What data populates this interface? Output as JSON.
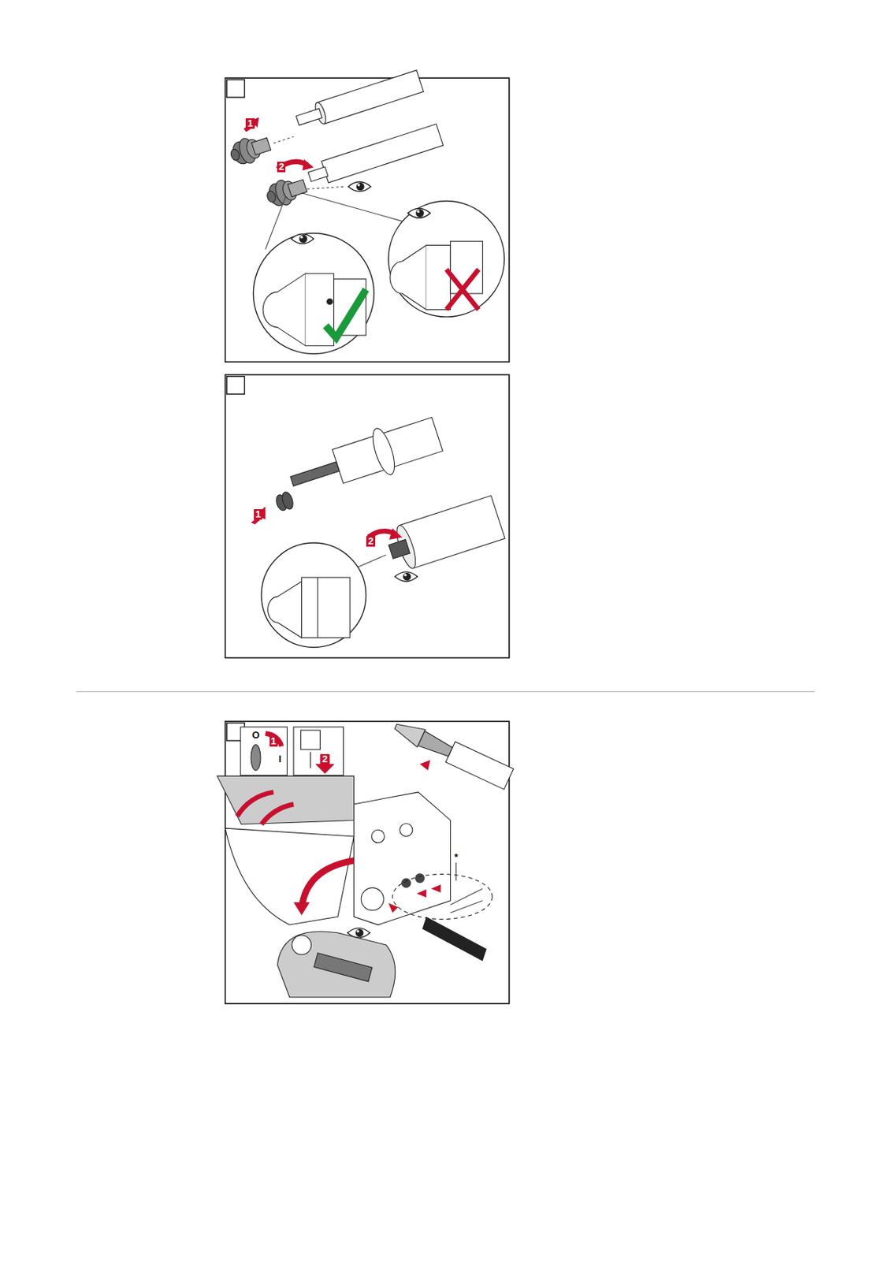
{
  "diagram": {
    "labels": [
      "1",
      "2",
      "1",
      "2",
      "O",
      "1",
      "I",
      "2",
      "*"
    ]
  }
}
